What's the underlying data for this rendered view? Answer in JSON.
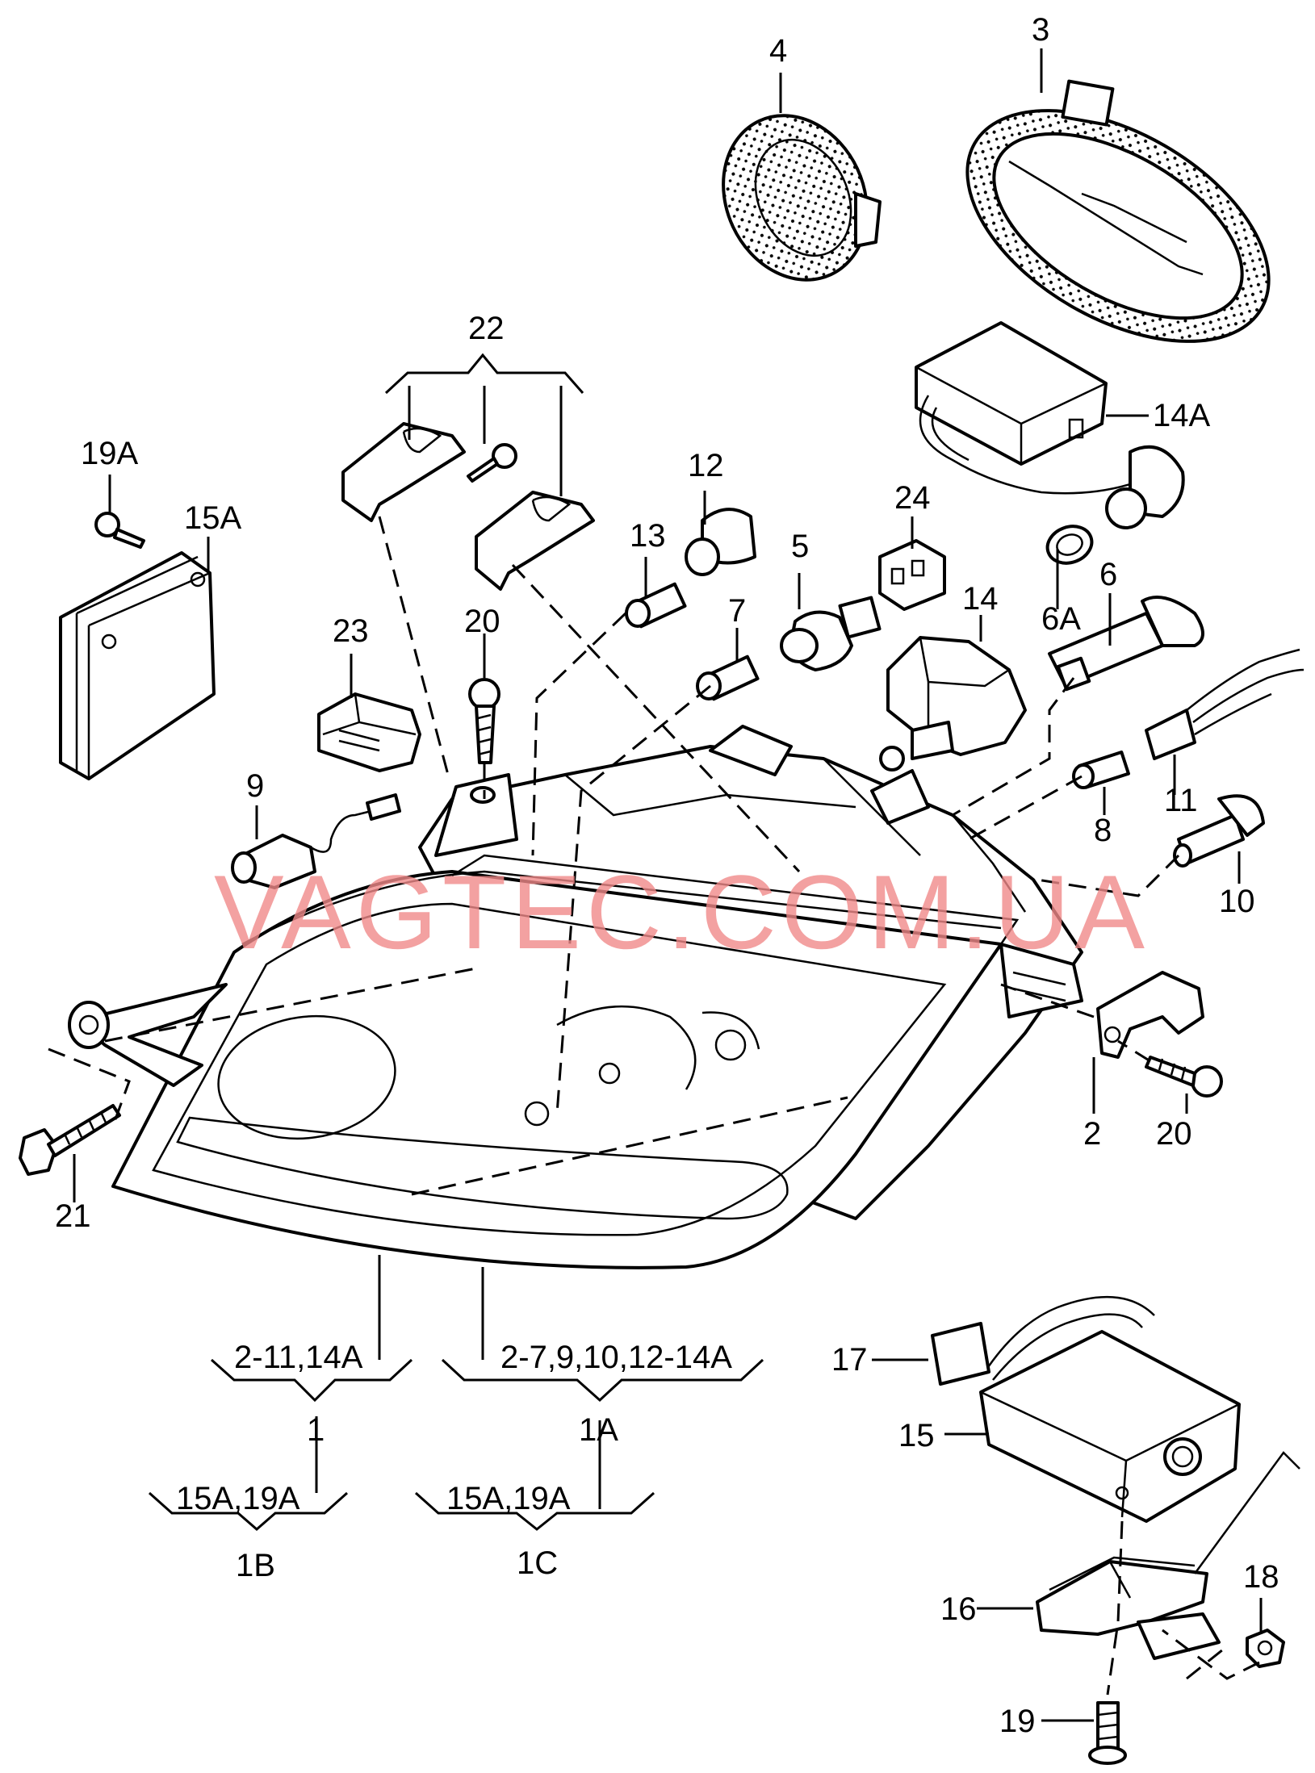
{
  "watermark": "VAGTEC.COM.UA",
  "callouts": {
    "c1": "1",
    "c1A": "1A",
    "c1B": "1B",
    "c1C": "1C",
    "c2": "2",
    "c3": "3",
    "c4": "4",
    "c5": "5",
    "c6": "6",
    "c6A": "6A",
    "c7": "7",
    "c8": "8",
    "c9": "9",
    "c10": "10",
    "c11": "11",
    "c12": "12",
    "c13": "13",
    "c14": "14",
    "c14A": "14A",
    "c15": "15",
    "c15A": "15A",
    "c16": "16",
    "c17": "17",
    "c18": "18",
    "c19": "19",
    "c19A": "19A",
    "c20a": "20",
    "c20b": "20",
    "c21": "21",
    "c22": "22",
    "c23": "23",
    "c24": "24"
  },
  "groups": {
    "g1_contents": "2-11,14A",
    "g1A_contents": "2-7,9,10,12-14A",
    "g1B_contents": "15A,19A",
    "g1C_contents": "15A,19A"
  }
}
